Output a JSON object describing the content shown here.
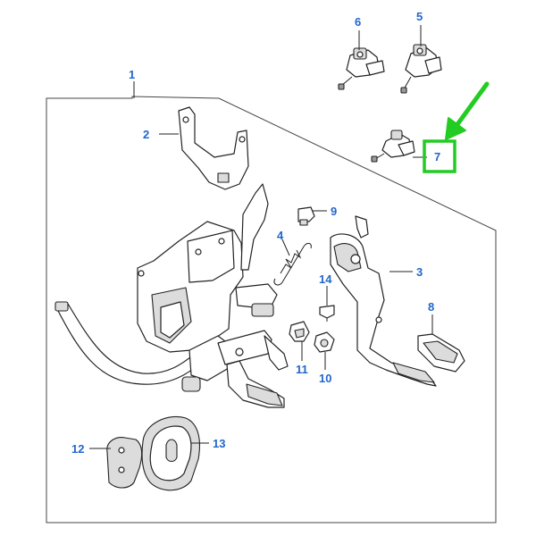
{
  "colors": {
    "label": "#2266cc",
    "highlight": "#22cc22",
    "line": "#222222",
    "background": "#ffffff"
  },
  "callouts": {
    "c1": "1",
    "c2": "2",
    "c3": "3",
    "c4": "4",
    "c5": "5",
    "c6": "6",
    "c7": "7",
    "c8": "8",
    "c9": "9",
    "c10": "10",
    "c11": "11",
    "c12": "12",
    "c13": "13",
    "c14": "14"
  },
  "highlight": {
    "target": "7",
    "indicator": "arrow-icon"
  }
}
